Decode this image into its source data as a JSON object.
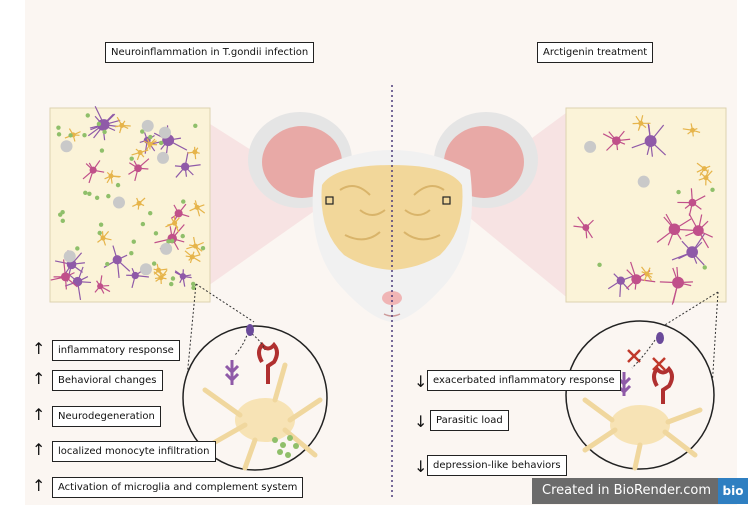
{
  "left_panel": {
    "title": "Neuroinflammation in T.gondii infection",
    "effects": [
      "inflammatory response",
      "Behavioral changes",
      "Neurodegeneration",
      "localized monocyte infiltration",
      "Activation of microglia and complement system"
    ],
    "arrow_direction": "up"
  },
  "right_panel": {
    "title": "Arctigenin treatment",
    "effects": [
      "exacerbated inflammatory response",
      "Parasitic load",
      "depression-like behaviors"
    ],
    "arrow_direction": "down"
  },
  "watermark": {
    "text": "Created in BioRender.com",
    "logo": "bio"
  },
  "glyphs": {
    "up": "↑",
    "down": "↓"
  },
  "colors": {
    "background": "#fbf6f2",
    "tissue_panel": "#fbf3d8",
    "neuron_purple": "#8f5aa8",
    "neuron_pink": "#c0508a",
    "astrocyte_yellow": "#e6b44a",
    "parasite_green": "#8fbf6a",
    "brain": "#f2d79a",
    "ear_pink": "#e8a9a6",
    "divider": "#4a3a7a",
    "receptor_red": "#b03030",
    "badge_gray": "#6b6b6b",
    "badge_blue": "#2f7fc1"
  }
}
